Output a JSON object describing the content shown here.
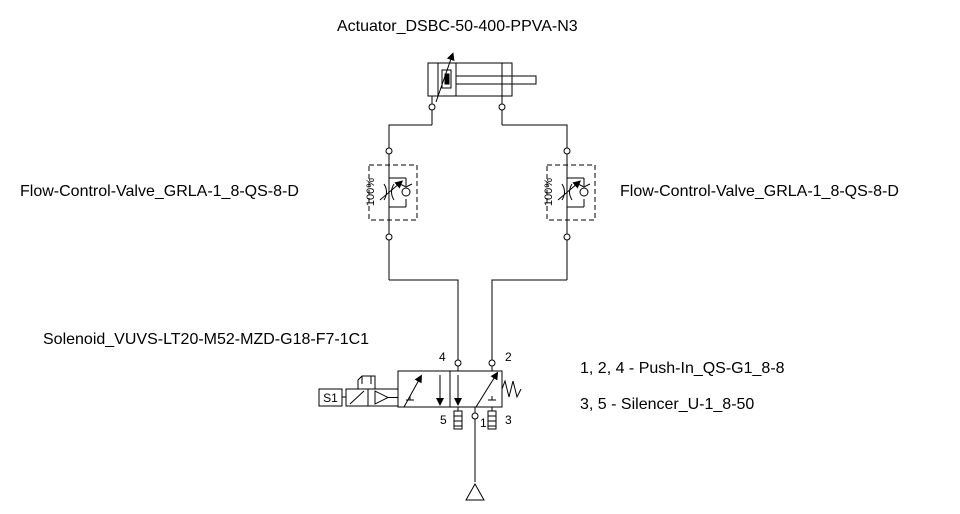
{
  "labels": {
    "actuator": "Actuator_DSBC-50-400-PPVA-N3",
    "flow_valve_left": "Flow-Control-Valve_GRLA-1_8-QS-8-D",
    "flow_valve_right": "Flow-Control-Valve_GRLA-1_8-QS-8-D",
    "solenoid": "Solenoid_VUVS-LT20-M52-MZD-G18-F7-1C1",
    "legend_push_in": "1, 2, 4 - Push-In_QS-G1_8-8",
    "legend_silencer": "3, 5 - Silencer_U-1_8-50"
  },
  "symbols": {
    "flow_left_setting": "100%",
    "flow_right_setting": "100%",
    "solenoid_tag": "S1"
  },
  "ports": {
    "p4": "4",
    "p2": "2",
    "p5": "5",
    "p1": "1",
    "p3": "3"
  },
  "colors": {
    "line": "#000000",
    "background": "#ffffff"
  }
}
